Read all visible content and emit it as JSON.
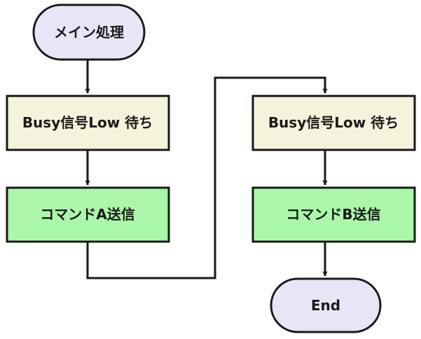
{
  "diagram": {
    "nodes": {
      "start": {
        "label": "メイン処理",
        "shape": "terminator",
        "fill": "#e6e6f7"
      },
      "wait_low_1": {
        "label": "Busy信号Low 待ち",
        "shape": "process",
        "fill": "#f6f3dc"
      },
      "send_a": {
        "label": "コマンドA送信",
        "shape": "process",
        "fill": "#aaf7aa"
      },
      "wait_low_2": {
        "label": "Busy信号Low 待ち",
        "shape": "process",
        "fill": "#f6f3dc"
      },
      "send_b": {
        "label": "コマンドB送信",
        "shape": "process",
        "fill": "#aaf7aa"
      },
      "end": {
        "label": "End",
        "shape": "terminator",
        "fill": "#e6e6f7"
      }
    },
    "edges": [
      {
        "from": "start",
        "to": "wait_low_1"
      },
      {
        "from": "wait_low_1",
        "to": "send_a"
      },
      {
        "from": "send_a",
        "to": "wait_low_2"
      },
      {
        "from": "wait_low_2",
        "to": "send_b"
      },
      {
        "from": "send_b",
        "to": "end"
      }
    ],
    "colors": {
      "stroke": "#1a1a1a",
      "terminator_fill": "#e6e6f7",
      "wait_fill": "#f6f3dc",
      "send_fill": "#aaf7aa"
    }
  }
}
